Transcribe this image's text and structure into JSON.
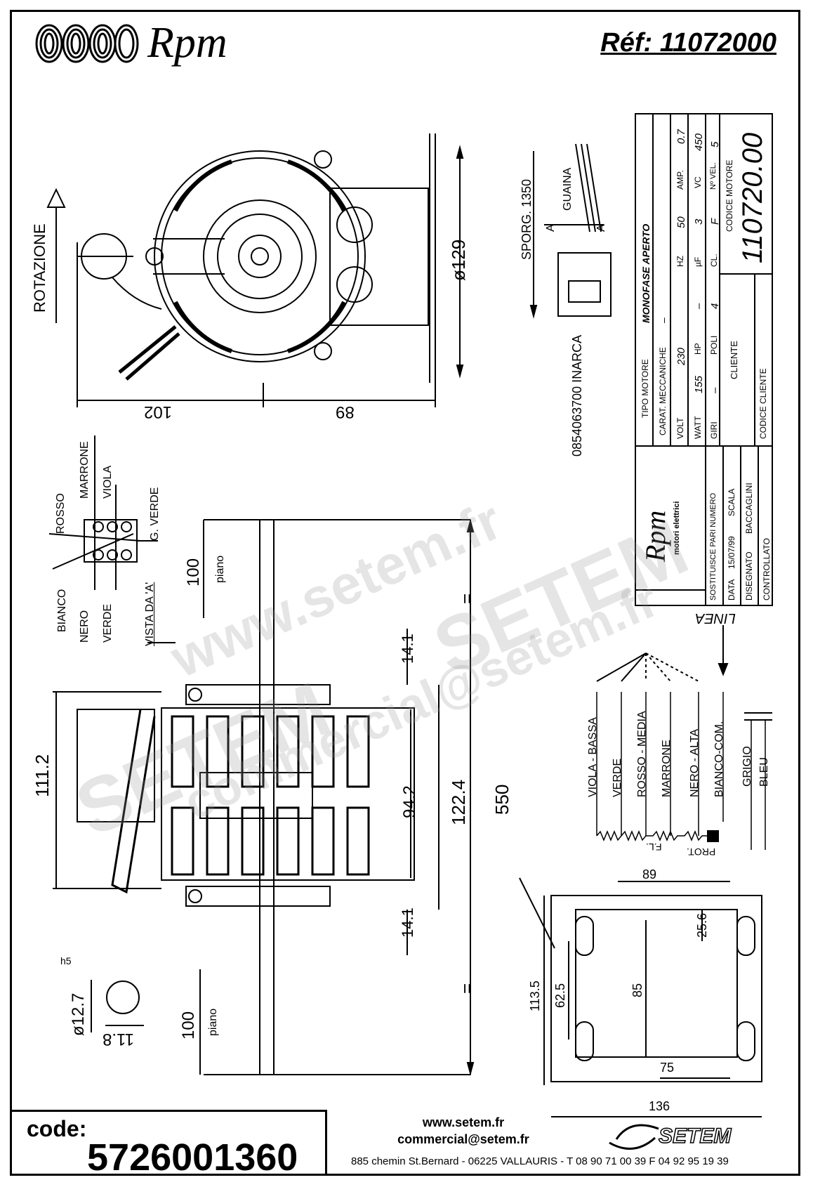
{
  "header": {
    "brand": "Rpm",
    "reference": "Réf: 11072000"
  },
  "top_view": {
    "rotation_label": "ROTAZIONE",
    "diameter": "ø129",
    "dim_left": "102",
    "dim_right": "89"
  },
  "connector": {
    "sporg": "SPORG. 1350",
    "guaina": "GUAINA",
    "section": "A",
    "part_no": "0854063700 INARCA"
  },
  "wire_view": {
    "title": "VISTA DA 'A'",
    "wires": [
      "ROSSO",
      "MARRONE",
      "VIOLA",
      "G. VERDE",
      "BIANCO",
      "NERO",
      "VERDE"
    ]
  },
  "title_block": {
    "tipo_motore_label": "TIPO MOTORE",
    "tipo_motore": "MONOFASE APERTO",
    "carat_label": "CARAT. MECCANICHE",
    "carat_value": "–",
    "rows": [
      {
        "l1": "VOLT",
        "v1": "230",
        "l2": "HZ",
        "v2": "50",
        "l3": "AMP.",
        "v3": "0.7"
      },
      {
        "l1": "WATT",
        "v1": "155",
        "l2": "HP",
        "v2": "–",
        "l3": "µF",
        "v3": "3",
        "l4": "VC",
        "v4": "450"
      },
      {
        "l1": "GIRI",
        "v1": "–",
        "l2": "POLI",
        "v2": "4",
        "l3": "CL.",
        "v3": "F",
        "l4": "Nº VEL.",
        "v4": "5"
      }
    ],
    "cliente_label": "CLIENTE",
    "codice_motore_label": "CODICE MOTORE",
    "codice_motore": "110720.00",
    "codice_cliente_label": "CODICE CLIENTE",
    "sostituisce_label": "SOSTITUISCE PARI NUMERO",
    "data_label": "DATA",
    "data_value": "15/07/99",
    "scala_label": "SCALA",
    "disegnato_label": "DISEGNATO",
    "disegnato_value": "BACCAGLINI",
    "controllato_label": "CONTROLLATO",
    "company_brand": "Rpm",
    "company_sub": "motori elettrici"
  },
  "side_view": {
    "dim_piano_top": "100",
    "piano": "piano",
    "dim_14_1_top": "14.1",
    "dim_14_1_bottom": "14.1",
    "dim_111_2": "111.2",
    "dim_94_2": "94.2",
    "dim_122_4": "122.4",
    "dim_550": "550",
    "equal_sign": "=",
    "dim_piano_bottom": "100",
    "shaft_dia": "ø12.7",
    "shaft_tol": "h5",
    "shaft_flat": "11.8"
  },
  "bracket": {
    "dim_89": "89",
    "dim_25_6": "25.6",
    "dim_113_5": "113.5",
    "dim_62_5": "62.5",
    "dim_85": "85",
    "dim_75": "75",
    "dim_136": "136"
  },
  "wiring": {
    "linea": "LINEA",
    "labels": [
      "VIOLA - BASSA",
      "VERDE",
      "ROSSO - MEDIA",
      "MARRONE",
      "NERO - ALTA",
      "BIANCO-COM.",
      "GRIGIO",
      "BLEU"
    ],
    "fl": "F.L.",
    "prot": "PROT."
  },
  "watermarks": {
    "w1": "www.setem.fr",
    "w2": "SETEM",
    "w3": "SETEM",
    "w4": "commercial@setem.fr"
  },
  "footer": {
    "code_label": "code:",
    "code_value": "5726001360",
    "web": "www.setem.fr",
    "email": "commercial@setem.fr",
    "address": "885 chemin St.Bernard  -  06225 VALLAURIS  -  T 08 90 71 00 39   F 04 92 95 19 39",
    "setem_logo": "SETEM"
  }
}
